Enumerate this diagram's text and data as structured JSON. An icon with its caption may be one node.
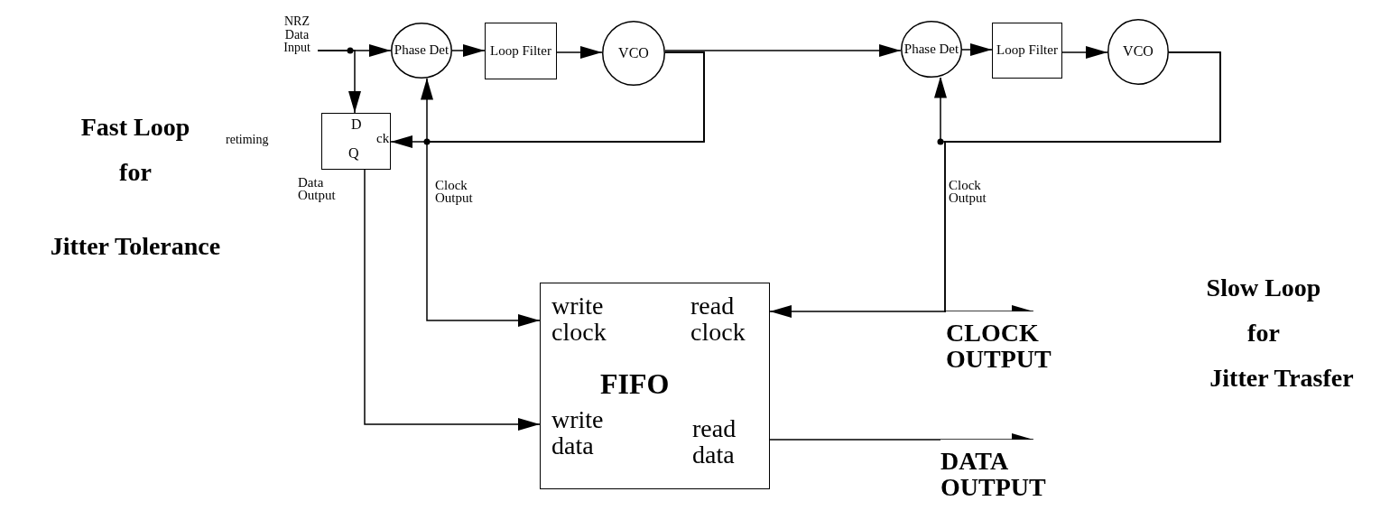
{
  "diagram": {
    "nodes": [
      {
        "text": [
          "NRZ Data Input"
        ]
      },
      {
        "text": [
          "Phase Det"
        ]
      },
      {
        "text": [
          "Loop Filter"
        ]
      },
      {
        "text": [
          "VCO"
        ]
      },
      {
        "text": [
          "D",
          "Q",
          "ck"
        ]
      },
      {
        "text": [
          "Phase Det"
        ]
      },
      {
        "text": [
          "Loop Filter"
        ]
      },
      {
        "text": [
          "VCO"
        ]
      },
      {
        "text": [
          "write clock",
          "read clock",
          "FIFO",
          "write data",
          "read data"
        ]
      },
      {
        "text": [
          "CLOCK OUTPUT"
        ]
      },
      {
        "text": [
          "DATA OUTPUT"
        ]
      }
    ],
    "edges": [
      {
        "from": 0,
        "to": 1,
        "arrow": "to"
      },
      {
        "from": 0,
        "to": 4,
        "arrow": "to"
      },
      {
        "from": 1,
        "to": 2,
        "arrow": "to"
      },
      {
        "from": 2,
        "to": 3,
        "arrow": "to"
      },
      {
        "from": 3,
        "to": 4,
        "arrow": "to"
      },
      {
        "from": 3,
        "to": 1,
        "arrow": "to"
      },
      {
        "from": 3,
        "to": 8,
        "arrow": "to",
        "label": "Clock Output"
      },
      {
        "from": 3,
        "to": 5,
        "arrow": "to"
      },
      {
        "from": 4,
        "to": 8,
        "arrow": "to",
        "label": "Data Output"
      },
      {
        "from": 5,
        "to": 6,
        "arrow": "to"
      },
      {
        "from": 6,
        "to": 7,
        "arrow": "to"
      },
      {
        "from": 7,
        "to": 5,
        "arrow": "to"
      },
      {
        "from": 7,
        "to": 8,
        "arrow": "to",
        "label": "Clock Output"
      },
      {
        "from": 7,
        "to": 9,
        "arrow": "to"
      },
      {
        "from": 8,
        "to": 10,
        "arrow": "to"
      }
    ],
    "labels": [
      "Fast Loop",
      "retiming",
      "for",
      "Jitter Tolerance",
      "Slow Loop",
      "for",
      "Jitter Trasfer"
    ]
  }
}
